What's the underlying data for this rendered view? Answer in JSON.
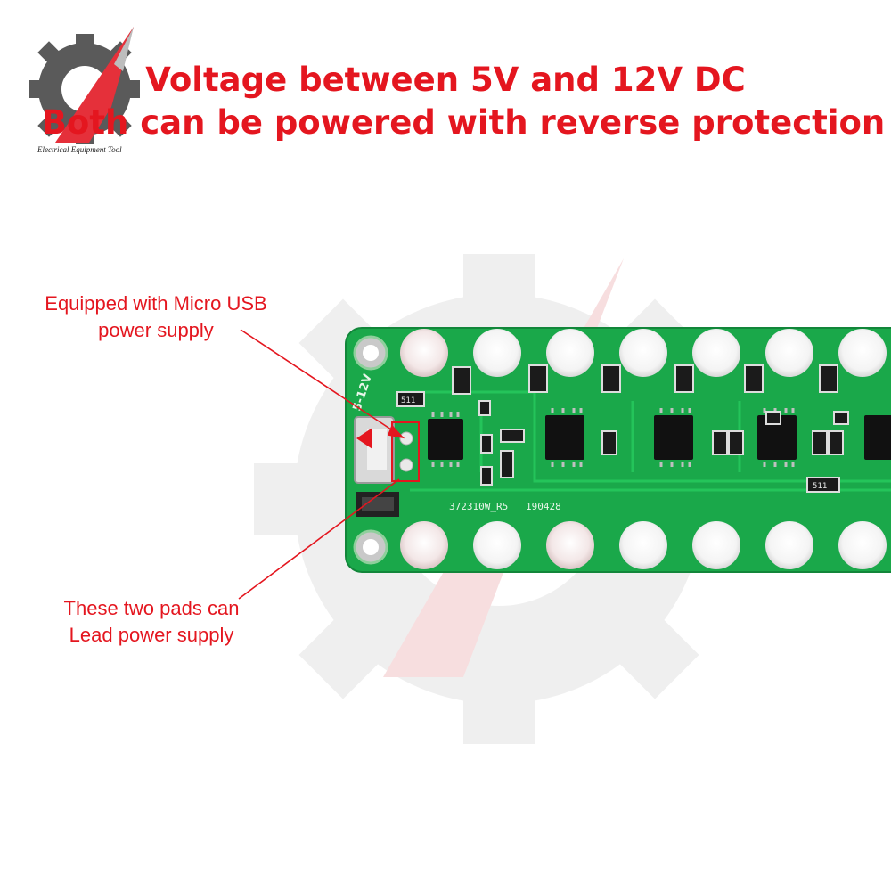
{
  "logo": {
    "caption": "Electrical Equipment Tool",
    "gear_color": "#555555",
    "slash_color": "#e5303a"
  },
  "headline": {
    "line1": "Voltage between 5V and 12V DC",
    "line2": "Both can be powered with reverse protection",
    "color": "#e4161f"
  },
  "callouts": {
    "usb": {
      "line1": "Equipped with Micro USB",
      "line2": "power supply"
    },
    "pads": {
      "line1": "These two pads can",
      "line2": "Lead power supply"
    }
  },
  "board": {
    "color": "#1aa84a",
    "silkscreen": {
      "code": "372310W_R5",
      "date": "190428",
      "voltage_mark": "5-12V"
    },
    "resistor_label": "511",
    "led_color": "#f7f7f7",
    "chip_color": "#111111"
  }
}
